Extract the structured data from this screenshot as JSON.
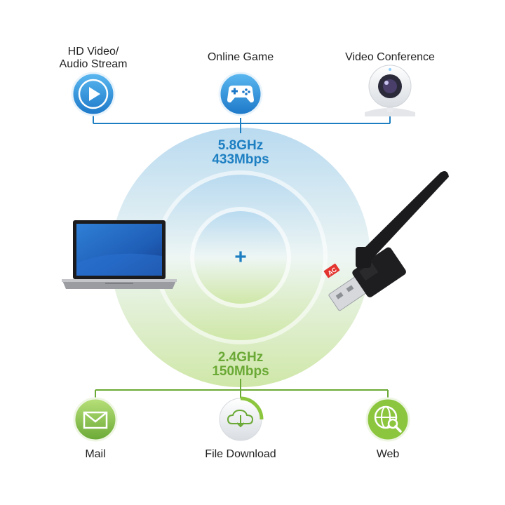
{
  "top_features": [
    {
      "label_line1": "HD Video/",
      "label_line2": "Audio Stream",
      "icon": "play-icon"
    },
    {
      "label": "Online Game",
      "icon": "gamepad-icon"
    },
    {
      "label": "Video Conference",
      "icon": "webcam-icon"
    }
  ],
  "band_5g": {
    "frequency": "5.8GHz",
    "speed": "433Mbps",
    "color": "#1d7fc2"
  },
  "band_24g": {
    "frequency": "2.4GHz",
    "speed": "150Mbps",
    "color": "#6aa935"
  },
  "center_symbol": "+",
  "adapter": {
    "badge": "AC",
    "badge_color": "#e3342f"
  },
  "bottom_features": [
    {
      "label": "Mail",
      "icon": "mail-icon"
    },
    {
      "label": "File Download",
      "icon": "cloud-download-icon"
    },
    {
      "label": "Web",
      "icon": "web-search-icon"
    }
  ]
}
